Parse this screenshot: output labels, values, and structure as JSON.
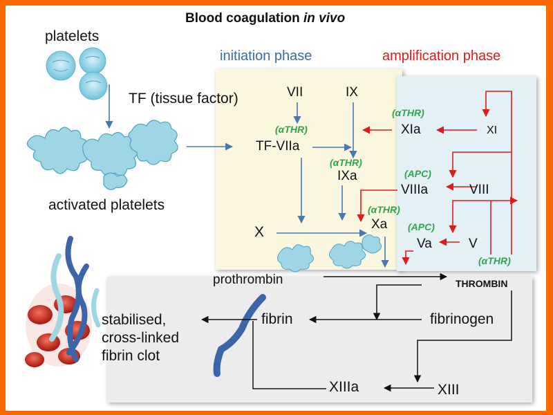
{
  "title": {
    "prefix": "Blood coagulation ",
    "italic": "in vivo"
  },
  "phases": {
    "initiation": "initiation phase",
    "amplification": "amplification phase"
  },
  "labels": {
    "platelets": "platelets",
    "tissue_factor": "TF (tissue factor)",
    "activated_platelets": "activated platelets",
    "vii": "VII",
    "ix": "IX",
    "tf_viia": "TF-VIIa",
    "ixa": "IXa",
    "x": "X",
    "xa": "Xa",
    "xia": "XIa",
    "xi": "XI",
    "viiia": "VIIIa",
    "viii": "VIII",
    "va": "Va",
    "v": "V",
    "prothrombin": "prothrombin",
    "thrombin": "THROMBIN",
    "fibrin": "fibrin",
    "fibrinogen": "fibrinogen",
    "xiiia": "XIIIa",
    "xiii": "XIII",
    "clot_line1": "stabilised,",
    "clot_line2": "cross-linked",
    "clot_line3": "fibrin clot"
  },
  "annotations": {
    "athr": "(αTHR)",
    "apc": "(APC)"
  },
  "colors": {
    "background_border": "#ff6a00",
    "initiation_panel": "#fbf7de",
    "amplification_panel": "#e3f0f6",
    "bottom_panel": "#ececec",
    "blue_arrow": "#4a78b0",
    "red_arrow": "#e01a1a",
    "black_arrow": "#111111",
    "green_text": "#2aa84a"
  }
}
